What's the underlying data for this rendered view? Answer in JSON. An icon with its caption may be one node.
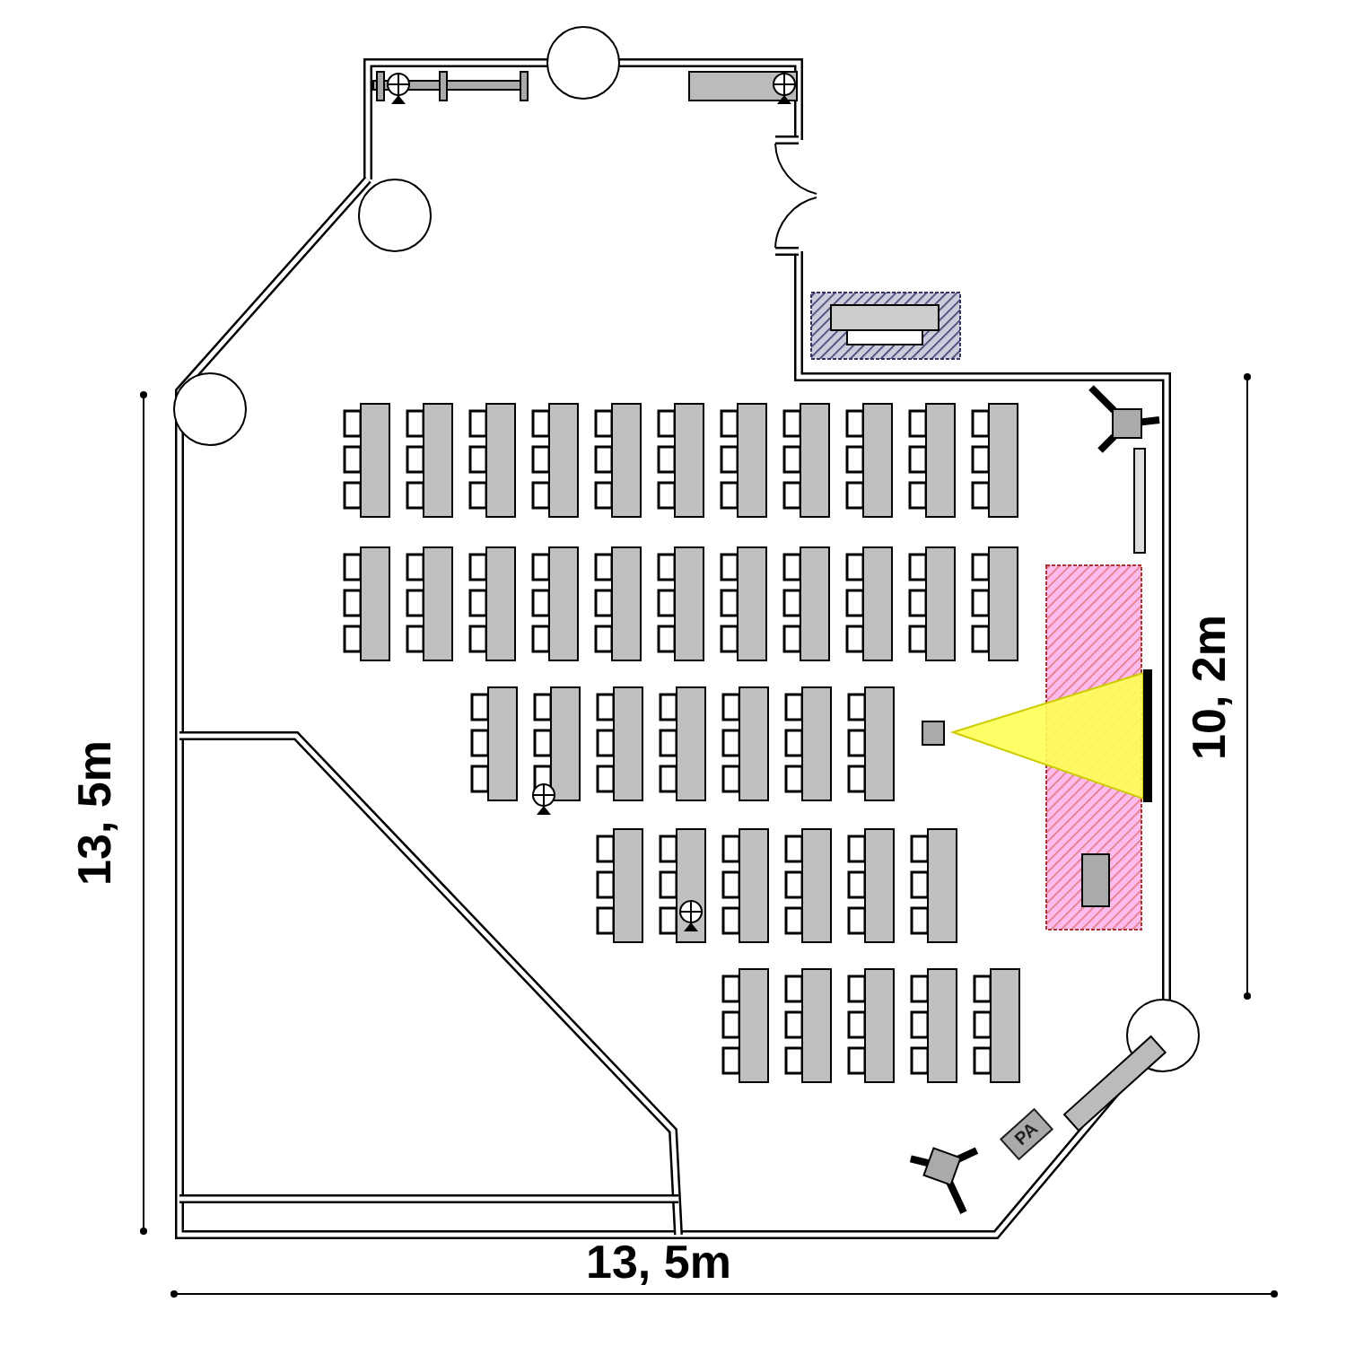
{
  "diagram": {
    "nodes": [
      {
        "text": [
          "PA"
        ]
      }
    ],
    "labels": [
      "13, 5m",
      "10, 2m",
      "13, 5m"
    ]
  }
}
